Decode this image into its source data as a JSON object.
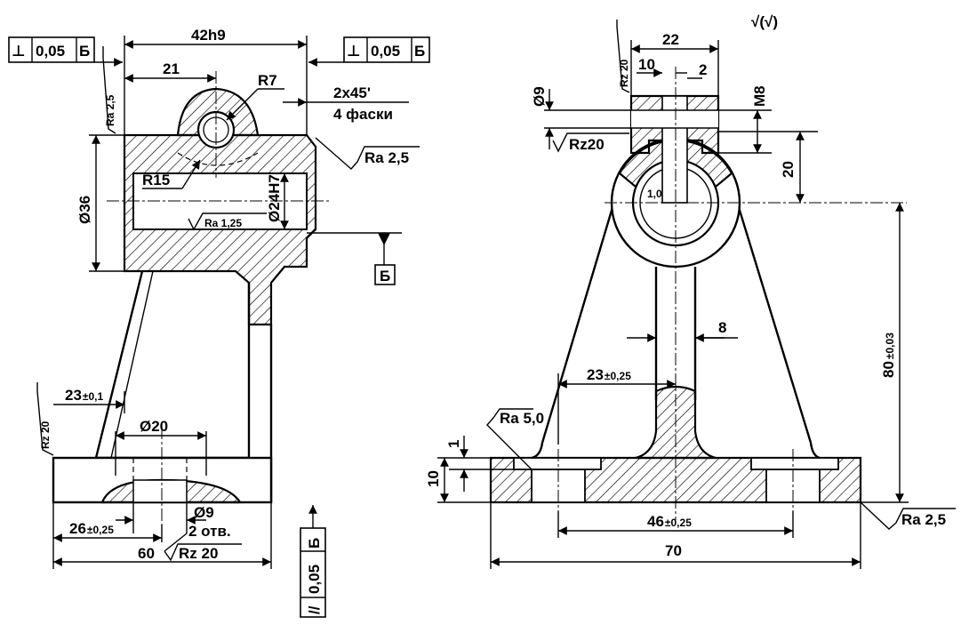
{
  "roughness": {
    "general": "√(√)",
    "ra25_a": "Ra 2,5",
    "ra25_b": "Ra 2,5",
    "ra25_c": "Ra 2,5",
    "ra125": "Ra 1,25",
    "ra50": "Ra 5,0",
    "rz20_a": "Rz 20",
    "rz20_b": "Rz 20",
    "rz20_c": "Rz20",
    "rz20_d": "Rz 20"
  },
  "tolerances": {
    "perp_left": [
      "⊥",
      "0,05",
      "Б"
    ],
    "perp_right": [
      "⊥",
      "0,05",
      "Б"
    ],
    "parallel": [
      "//",
      "0,05",
      "Б"
    ],
    "datum": "Б"
  },
  "left_view": {
    "width": "42h9",
    "offset21": "21",
    "r7": "R7",
    "chamfer": "2x45'",
    "chamfer_note": "4 фаски",
    "r15": "R15",
    "bore": "Ø24H7",
    "height": "Ø36",
    "dim23": "23",
    "dim23_tol": "±0,1",
    "dia20": "Ø20",
    "dia9": "Ø9",
    "holes": "2 отв.",
    "dim26": "26",
    "dim26_tol": "±0,25",
    "dim60": "60"
  },
  "right_view": {
    "dim22": "22",
    "dim10": "10",
    "dim2": "2",
    "m8": "M8",
    "dia9": "Ø9",
    "dim20": "20",
    "dim1_0": "1,0",
    "dim8": "8",
    "dim23": "23",
    "dim23_tol": "±0,25",
    "dim80": "80",
    "dim80_tol": "±0,03",
    "dim1": "1",
    "dim10v": "10",
    "dim46": "46",
    "dim46_tol": "±0,25",
    "dim70": "70"
  }
}
